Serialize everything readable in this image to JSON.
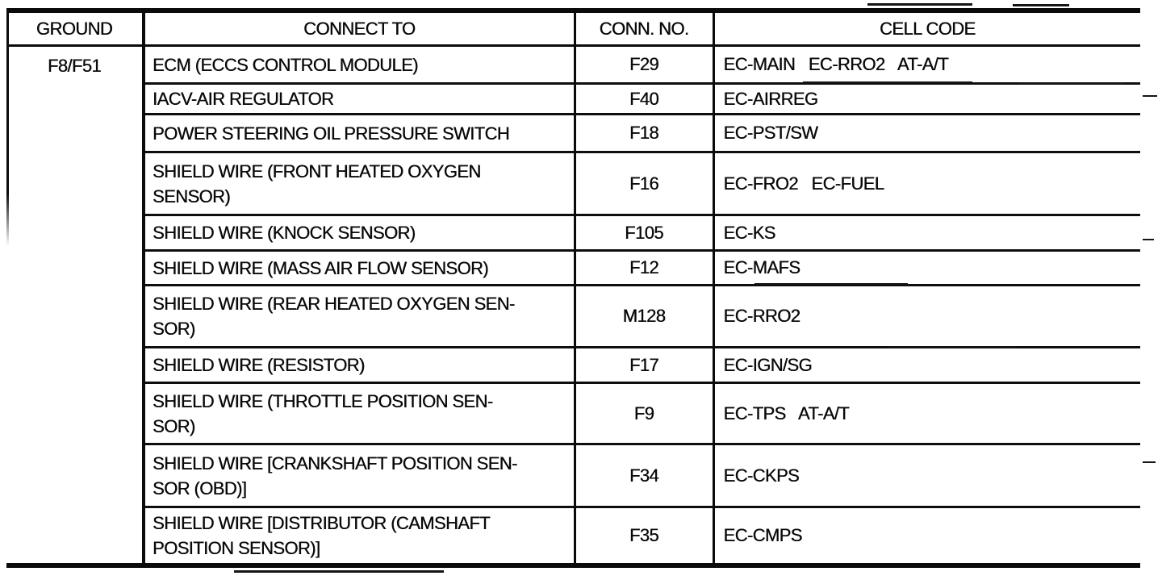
{
  "table": {
    "headers": [
      "GROUND",
      "CONNECT TO",
      "CONN. NO.",
      "CELL CODE"
    ],
    "ground_group": "F8/F51",
    "rows": [
      {
        "connect_to": "ECM (ECCS CONTROL MODULE)",
        "conn_no": "F29",
        "cell_code": "EC-MAIN   EC-RRO2   AT-A/T"
      },
      {
        "connect_to": "IACV-AIR REGULATOR",
        "conn_no": "F40",
        "cell_code": "EC-AIRREG"
      },
      {
        "connect_to": "POWER STEERING OIL PRESSURE SWITCH",
        "conn_no": "F18",
        "cell_code": "EC-PST/SW"
      },
      {
        "connect_to": "SHIELD WIRE (FRONT HEATED OXYGEN\nSENSOR)",
        "conn_no": "F16",
        "cell_code": "EC-FRO2   EC-FUEL"
      },
      {
        "connect_to": "SHIELD WIRE (KNOCK SENSOR)",
        "conn_no": "F105",
        "cell_code": "EC-KS"
      },
      {
        "connect_to": "SHIELD WIRE (MASS AIR FLOW SENSOR)",
        "conn_no": "F12",
        "cell_code": "EC-MAFS"
      },
      {
        "connect_to": "SHIELD WIRE (REAR HEATED OXYGEN SEN-\nSOR)",
        "conn_no": "M128",
        "cell_code": "EC-RRO2"
      },
      {
        "connect_to": "SHIELD WIRE (RESISTOR)",
        "conn_no": "F17",
        "cell_code": "EC-IGN/SG"
      },
      {
        "connect_to": "SHIELD WIRE (THROTTLE POSITION SEN-\nSOR)",
        "conn_no": "F9",
        "cell_code": "EC-TPS   AT-A/T"
      },
      {
        "connect_to": "SHIELD WIRE [CRANKSHAFT POSITION SEN-\nSOR (OBD)]",
        "conn_no": "F34",
        "cell_code": "EC-CKPS"
      },
      {
        "connect_to": "SHIELD WIRE [DISTRIBUTOR (CAMSHAFT\nPOSITION SENSOR)]",
        "conn_no": "F35",
        "cell_code": "EC-CMPS"
      }
    ],
    "colors": {
      "background": "#ffffff",
      "line": "#0b0b0b",
      "text": "#0a0a0a"
    }
  }
}
